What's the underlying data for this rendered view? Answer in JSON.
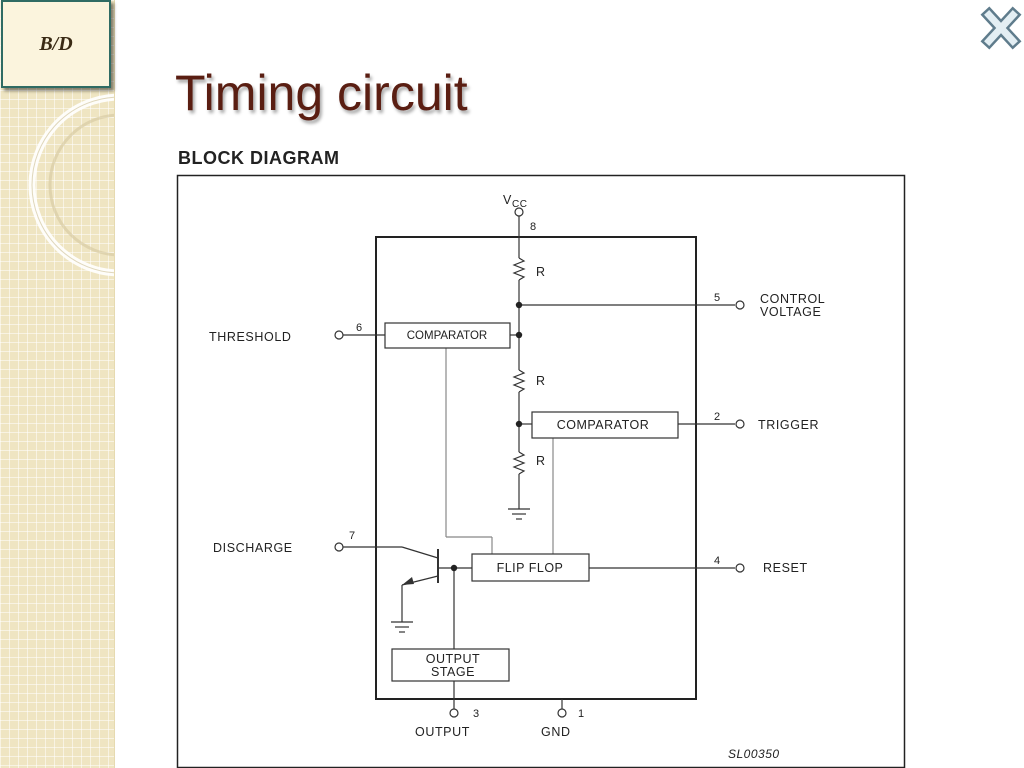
{
  "logo": {
    "text": "B/D"
  },
  "title": "Timing circuit",
  "diagram_heading": "BLOCK DIAGRAM",
  "diagram": {
    "vcc_label": "V",
    "vcc_sub": "CC",
    "pins": {
      "vcc": "8",
      "control": "5",
      "threshold": "6",
      "trigger": "2",
      "discharge": "7",
      "reset": "4",
      "output": "3",
      "gnd": "1"
    },
    "resistor_label": "R",
    "signals": {
      "control_line1": "CONTROL",
      "control_line2": "VOLTAGE",
      "threshold": "THRESHOLD",
      "trigger": "TRIGGER",
      "discharge": "DISCHARGE",
      "reset": "RESET",
      "output": "OUTPUT",
      "gnd": "GND"
    },
    "blocks": {
      "comparator_upper": "COMPARATOR",
      "comparator_lower": "COMPARATOR",
      "flip_flop": "FLIP FLOP",
      "output_stage_line1": "OUTPUT",
      "output_stage_line2": "STAGE"
    },
    "reference": "SL00350"
  }
}
